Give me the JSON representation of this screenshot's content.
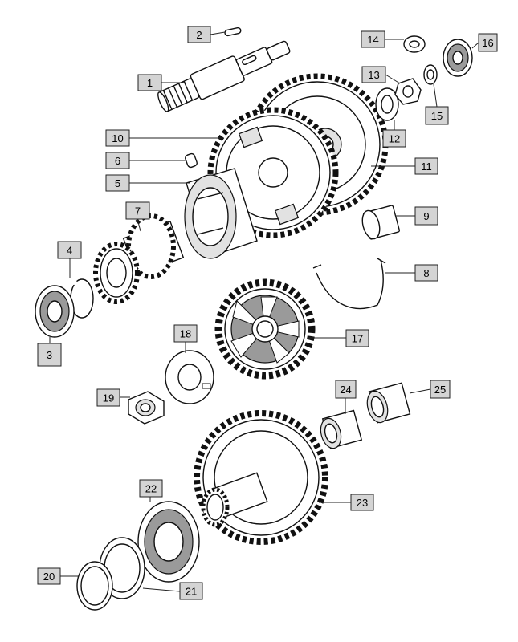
{
  "callouts": [
    {
      "id": "1",
      "label": "1"
    },
    {
      "id": "2",
      "label": "2"
    },
    {
      "id": "3",
      "label": "3"
    },
    {
      "id": "4",
      "label": "4"
    },
    {
      "id": "5",
      "label": "5"
    },
    {
      "id": "6",
      "label": "6"
    },
    {
      "id": "7",
      "label": "7"
    },
    {
      "id": "8",
      "label": "8"
    },
    {
      "id": "9",
      "label": "9"
    },
    {
      "id": "10",
      "label": "10"
    },
    {
      "id": "11",
      "label": "11"
    },
    {
      "id": "12",
      "label": "12"
    },
    {
      "id": "13",
      "label": "13"
    },
    {
      "id": "14",
      "label": "14"
    },
    {
      "id": "15",
      "label": "15"
    },
    {
      "id": "16",
      "label": "16"
    },
    {
      "id": "17",
      "label": "17"
    },
    {
      "id": "18",
      "label": "18"
    },
    {
      "id": "19",
      "label": "19"
    },
    {
      "id": "20",
      "label": "20"
    },
    {
      "id": "21",
      "label": "21"
    },
    {
      "id": "22",
      "label": "22"
    },
    {
      "id": "23",
      "label": "23"
    },
    {
      "id": "24",
      "label": "24"
    },
    {
      "id": "25",
      "label": "25"
    }
  ]
}
